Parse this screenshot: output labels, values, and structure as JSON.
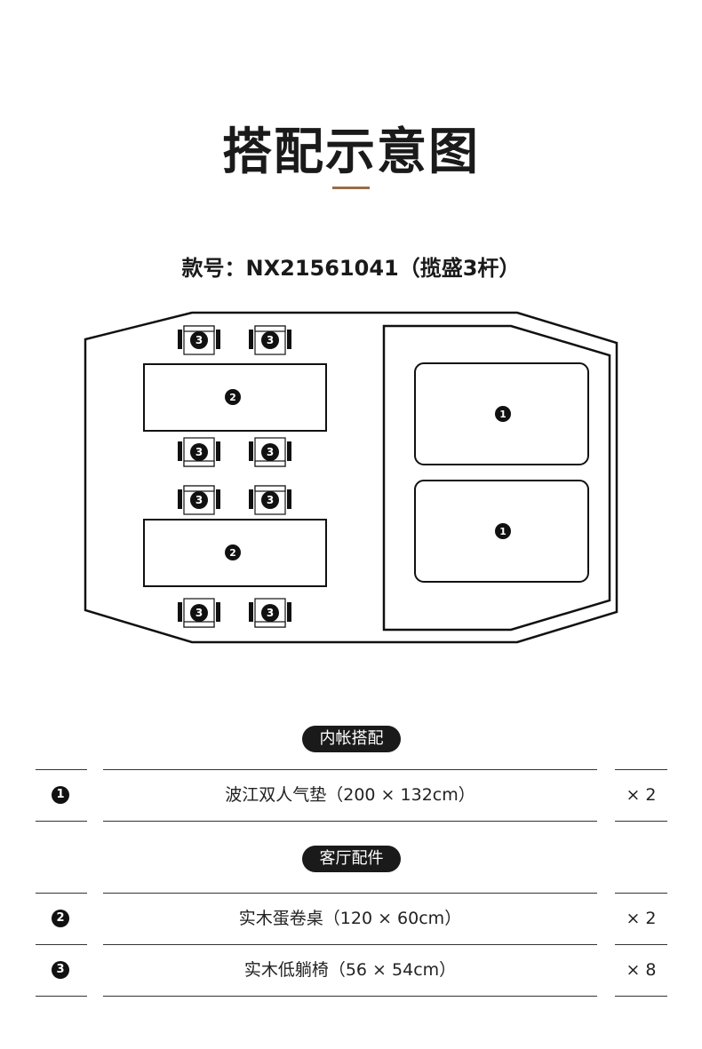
{
  "header": {
    "title": "搭配示意图",
    "model": "款号：NX21561041（揽盛3杆）",
    "accent_color": "#9a6b45"
  },
  "diagram": {
    "labels": {
      "mattress": "1",
      "table": "2",
      "chair": "3"
    }
  },
  "sections": [
    {
      "title": "内帐搭配",
      "items": [
        {
          "num": "1",
          "desc": "波江双人气垫（200 × 132cm）",
          "qty": "× 2"
        }
      ]
    },
    {
      "title": "客厅配件",
      "items": [
        {
          "num": "2",
          "desc": "实木蛋卷桌（120 × 60cm）",
          "qty": "× 2"
        },
        {
          "num": "3",
          "desc": "实木低躺椅（56 × 54cm）",
          "qty": "× 8"
        }
      ]
    }
  ]
}
